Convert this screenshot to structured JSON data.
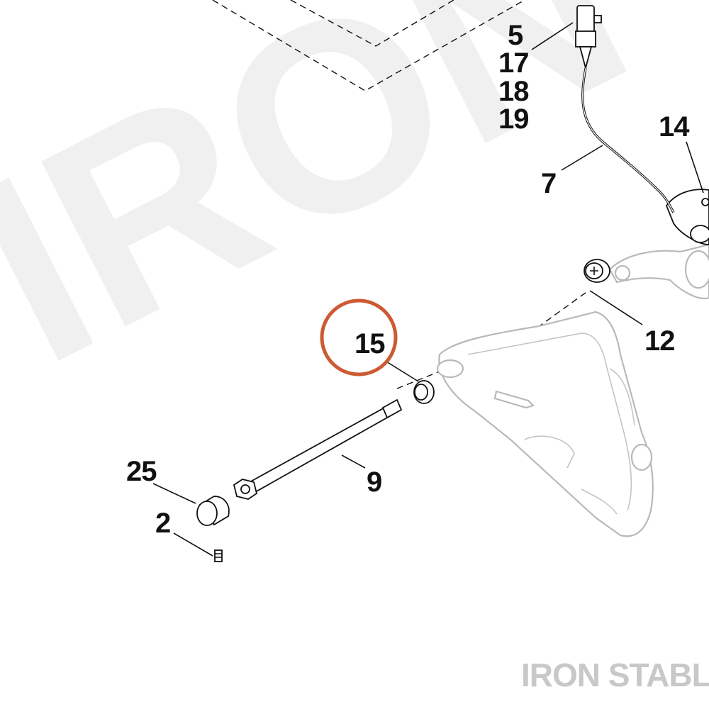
{
  "watermark": {
    "text": "IRON",
    "color": "#f0f0f0"
  },
  "brand_footer": {
    "text": "IRON STABLE",
    "color": "#c8c8c8"
  },
  "highlight": {
    "label": "15",
    "color": "#cc5a33"
  },
  "callouts": [
    {
      "id": "c5",
      "label": "5"
    },
    {
      "id": "c17",
      "label": "17"
    },
    {
      "id": "c18",
      "label": "18"
    },
    {
      "id": "c19",
      "label": "19"
    },
    {
      "id": "c14",
      "label": "14"
    },
    {
      "id": "c7",
      "label": "7"
    },
    {
      "id": "c12",
      "label": "12"
    },
    {
      "id": "c9",
      "label": "9"
    },
    {
      "id": "c25",
      "label": "25"
    },
    {
      "id": "c2",
      "label": "2"
    }
  ]
}
